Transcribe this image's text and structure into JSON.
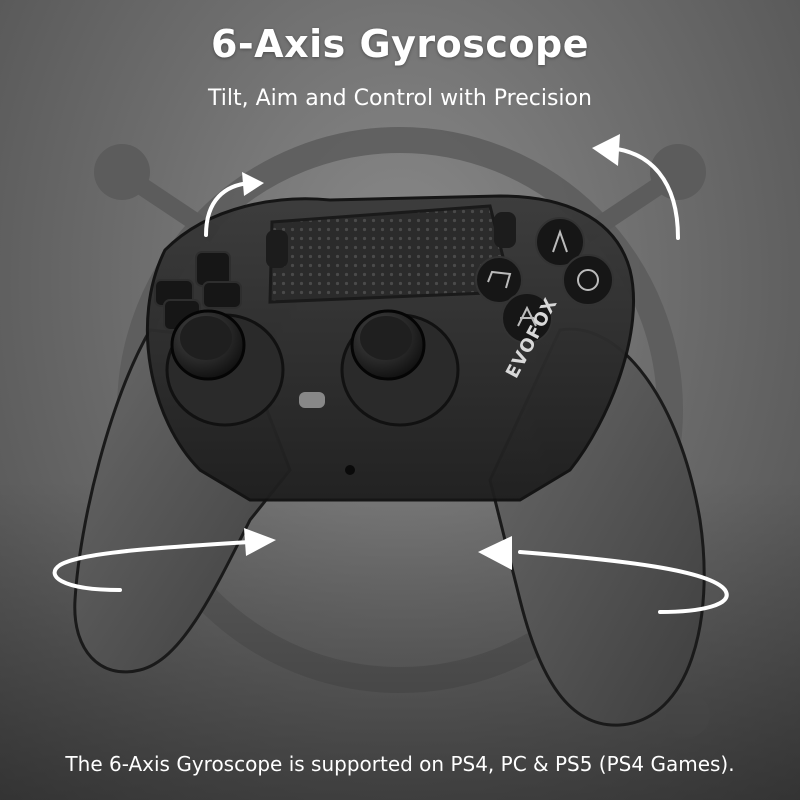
{
  "hero": {
    "title": "6-Axis Gyroscope",
    "subtitle": "Tilt, Aim and Control with Precision"
  },
  "product": {
    "brand_label": "EVOFOX",
    "image": "gamepad-controller-icon"
  },
  "footer": {
    "note": "The 6-Axis Gyroscope is supported on PS4, PC & PS5 (PS4 Games)."
  },
  "colors": {
    "background": "#6e6e6e",
    "text": "#ffffff",
    "controller_body": "#2a2a2a",
    "grip": "#555555"
  }
}
